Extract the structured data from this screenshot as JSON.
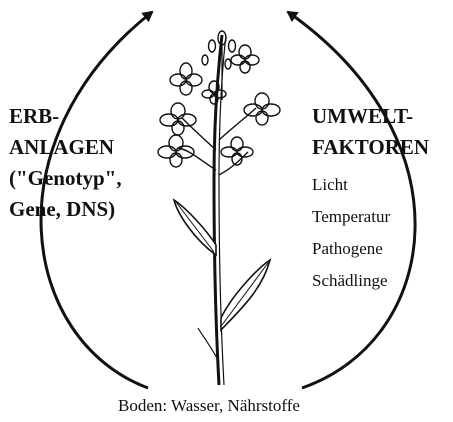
{
  "left_group": {
    "lines": [
      "ERB-",
      "ANLAGEN",
      "(\"Genotyp\",",
      "Gene, DNS)"
    ]
  },
  "right_group": {
    "heading_lines": [
      "UMWELT-",
      "FAKTOREN"
    ],
    "items": [
      "Licht",
      "Temperatur",
      "Pathogene",
      "Schädlinge"
    ]
  },
  "bottom": {
    "label": "Boden: Wasser, Nährstoffe"
  },
  "colors": {
    "ink": "#111111",
    "background": "#ffffff"
  },
  "icons": {
    "plant": "rapeseed-plant-illustration",
    "left_arrow": "curved-arrow-up-right",
    "right_arrow": "curved-arrow-up-left"
  }
}
